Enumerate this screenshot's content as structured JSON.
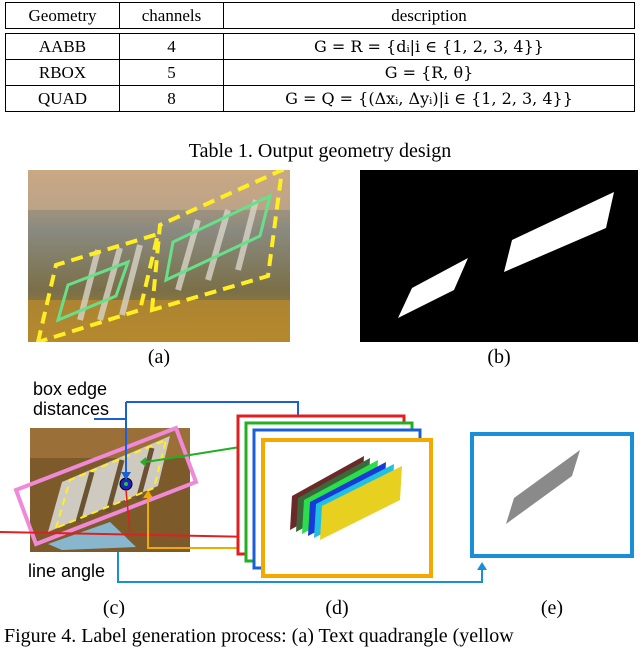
{
  "table": {
    "headers": [
      "Geometry",
      "channels",
      "description"
    ],
    "rows": [
      {
        "geometry": "AABB",
        "channels": "4",
        "description": "G = R = {dᵢ|i ∈ {1, 2, 3, 4}}"
      },
      {
        "geometry": "RBOX",
        "channels": "5",
        "description": "G = {R, θ}"
      },
      {
        "geometry": "QUAD",
        "channels": "8",
        "description": "G = Q = {(Δxᵢ, Δyᵢ)|i ∈ {1, 2, 3, 4}}"
      }
    ]
  },
  "table_caption": "Table 1. Output geometry design",
  "panels": {
    "a": "(a)",
    "b": "(b)",
    "c": "(c)",
    "d": "(d)",
    "e": "(e)"
  },
  "annotations": {
    "box_edge_line1": "box edge",
    "box_edge_line2": "distances",
    "line_angle": "line angle"
  },
  "figure_caption": "Figure 4. Label generation process: (a) Text quadrangle (yellow",
  "colors": {
    "yellow_dashed": "#ffee22",
    "green_box": "#66e08a",
    "pink_box": "#f08ad8",
    "blue": "#1a8fd8",
    "red_arrow": "#e02020",
    "green_arrow": "#20b020",
    "orange": "#f2a900"
  }
}
